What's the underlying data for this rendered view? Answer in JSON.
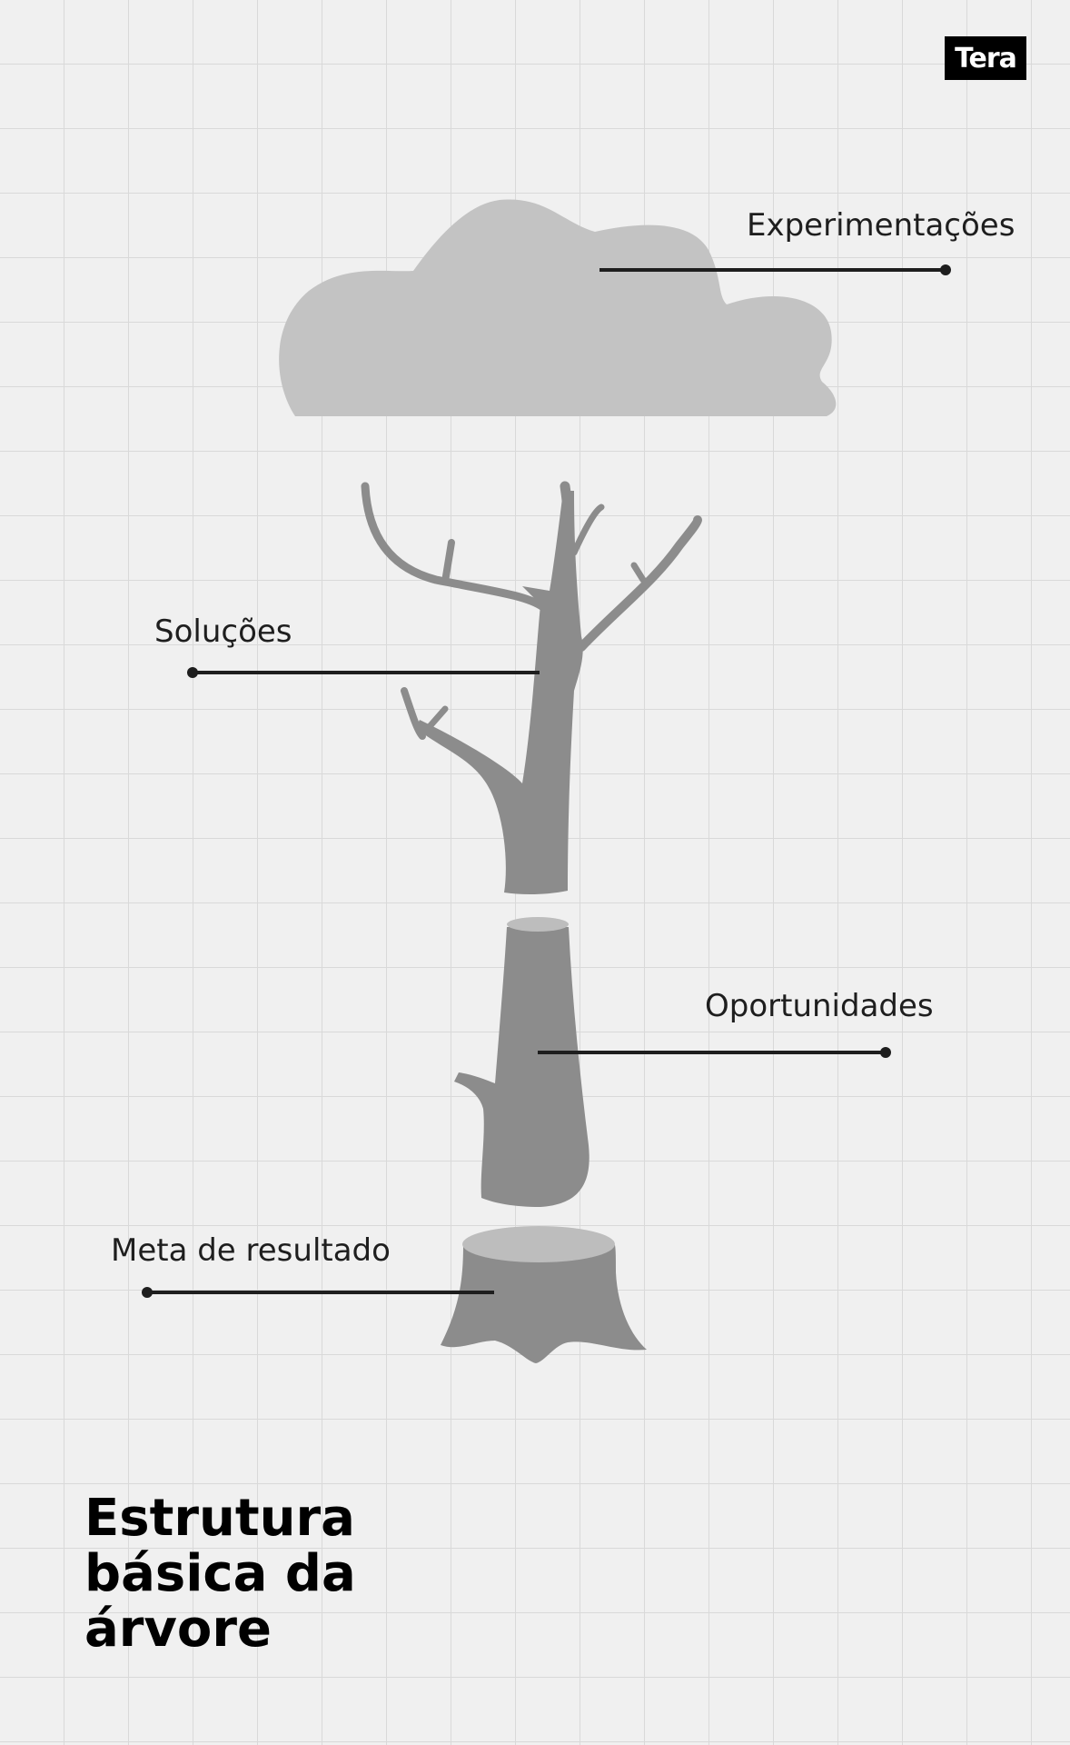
{
  "logo": {
    "text": "Tera"
  },
  "labels": {
    "experimentacoes": "Experimentações",
    "solucoes": "Soluções",
    "oportunidades": "Oportunidades",
    "meta": "Meta de resultado"
  },
  "title": {
    "lines": [
      "Estrutura",
      "básica da",
      "árvore"
    ]
  },
  "colors": {
    "background": "#f0f0f0",
    "grid": "#d9d9d9",
    "crown": "#c3c3c3",
    "wood": "#8c8c8c",
    "cut_face": "#bdbdbd",
    "leader_line": "#1e1e1e"
  }
}
